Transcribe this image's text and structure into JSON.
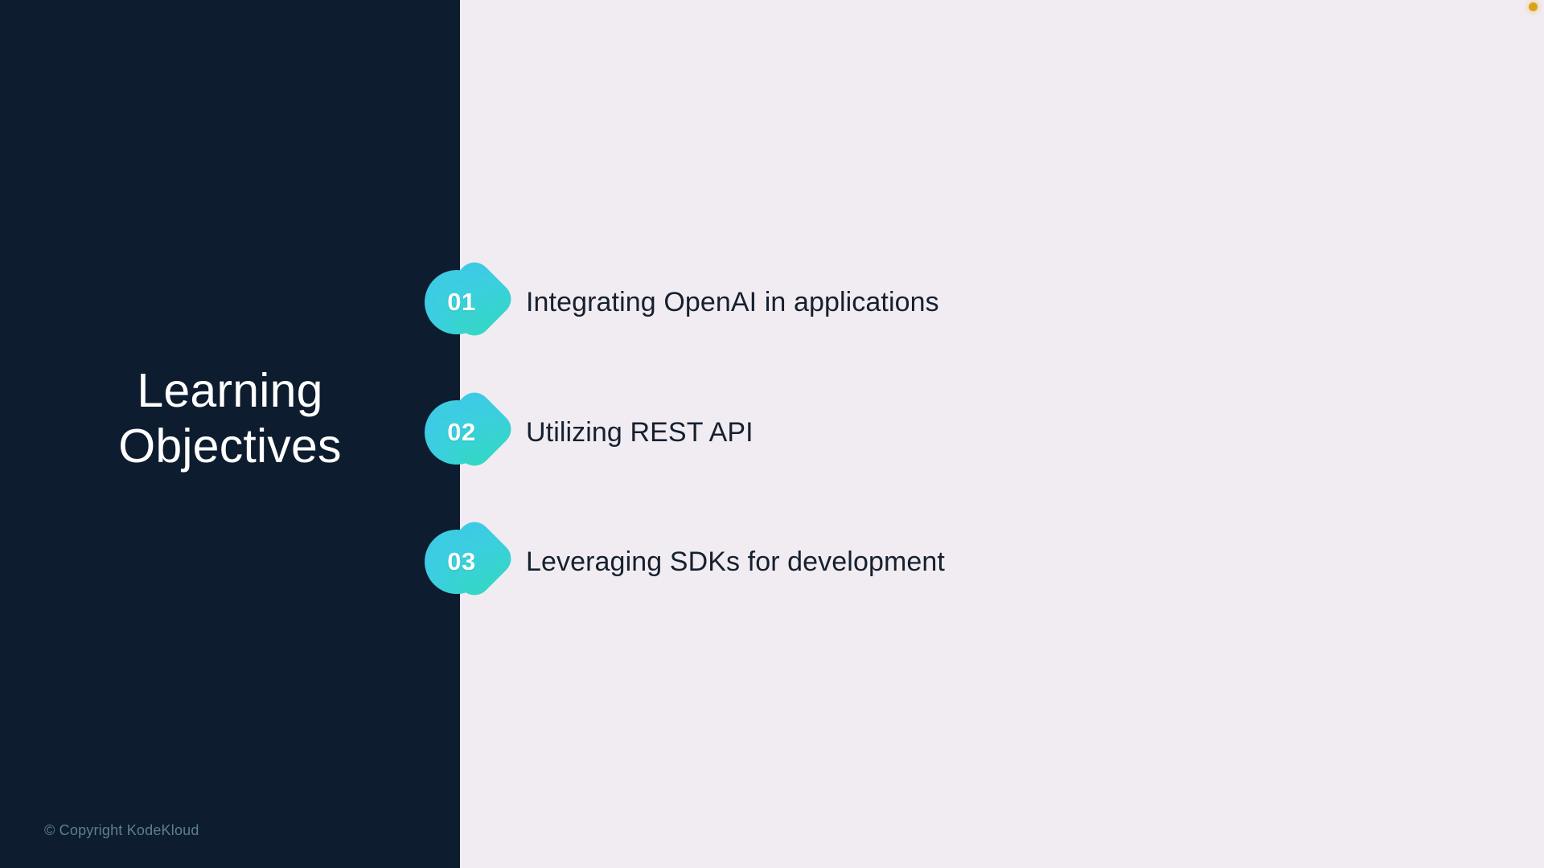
{
  "slide": {
    "title_lines": [
      "Learning",
      "Objectives"
    ],
    "copyright": "© Copyright KodeKloud",
    "colors": {
      "panel_dark": "#0d1c2e",
      "panel_light": "#f1ecf2",
      "badge_gradient_start": "#3ec8e8",
      "badge_gradient_end": "#33d8c2",
      "title_text": "#ffffff",
      "body_text": "#16202e",
      "copyright_text": "#5d7f92",
      "corner_dot": "#d9a21b"
    }
  },
  "objectives": [
    {
      "number": "01",
      "text": "Integrating OpenAI in applications"
    },
    {
      "number": "02",
      "text": "Utilizing REST API"
    },
    {
      "number": "03",
      "text": "Leveraging SDKs for development"
    }
  ],
  "decorations": {
    "corner_dot_name": "amber-dot"
  }
}
